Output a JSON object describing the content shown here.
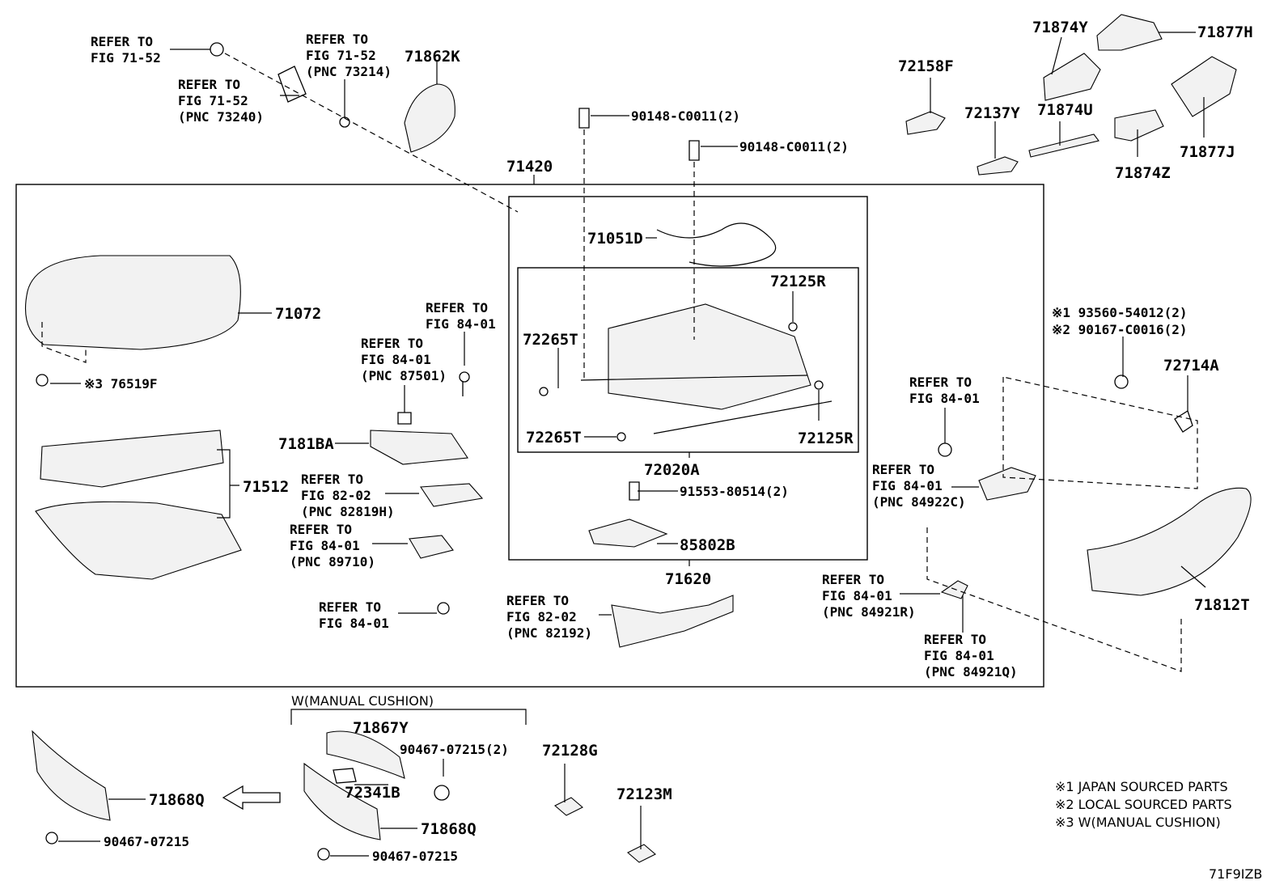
{
  "callouts": {
    "c_refer_71_52_a": [
      "REFER TO",
      "FIG 71-52"
    ],
    "c_refer_71_52_73214": [
      "REFER TO",
      "FIG 71-52",
      "(PNC 73214)"
    ],
    "c_refer_71_52_73240": [
      "REFER TO",
      "FIG 71-52",
      "(PNC 73240)"
    ],
    "c_71862k": "71862K",
    "c_90148_a": "90148-C0011(2)",
    "c_90148_b": "90148-C0011(2)",
    "c_71420": "71420",
    "c_72158f": "72158F",
    "c_72137y": "72137Y",
    "c_71874y": "71874Y",
    "c_71877h": "71877H",
    "c_71874u": "71874U",
    "c_71874z": "71874Z",
    "c_71877j": "71877J",
    "c_71072": "71072",
    "c_76519f": "※3 76519F",
    "c_71512": "71512",
    "c_refer_84_01_a": [
      "REFER TO",
      "FIG 84-01"
    ],
    "c_refer_84_01_87501": [
      "REFER TO",
      "FIG 84-01",
      "(PNC 87501)"
    ],
    "c_7181ba": "7181BA",
    "c_refer_82_02_82819h": [
      "REFER TO",
      "FIG 82-02",
      "(PNC 82819H)"
    ],
    "c_refer_84_01_89710": [
      "REFER TO",
      "FIG 84-01",
      "(PNC 89710)"
    ],
    "c_refer_84_01_b": [
      "REFER TO",
      "FIG 84-01"
    ],
    "c_71051d": "71051D",
    "c_72125r_a": "72125R",
    "c_72265t_a": "72265T",
    "c_72265t_b": "72265T",
    "c_72125r_b": "72125R",
    "c_72020a": "72020A",
    "c_91553": "91553-80514(2)",
    "c_85802b": "85802B",
    "c_71620": "71620",
    "c_refer_82_02_82192": [
      "REFER TO",
      "FIG 82-02",
      "(PNC 82192)"
    ],
    "c_fastener_notes": [
      "※1 93560-54012(2)",
      "※2 90167-C0016(2)"
    ],
    "c_72714a": "72714A",
    "c_refer_84_01_c": [
      "REFER TO",
      "FIG 84-01"
    ],
    "c_refer_84_01_84922c": [
      "REFER TO",
      "FIG 84-01",
      "(PNC 84922C)"
    ],
    "c_refer_84_01_84921r": [
      "REFER TO",
      "FIG 84-01",
      "(PNC 84921R)"
    ],
    "c_refer_84_01_84921q": [
      "REFER TO",
      "FIG 84-01",
      "(PNC 84921Q)"
    ],
    "c_71812t": "71812T",
    "c_manual_cushion": "W(MANUAL CUSHION)",
    "c_71867y": "71867Y",
    "c_90467_2": "90467-07215(2)",
    "c_72341b": "72341B",
    "c_71868q_a": "71868Q",
    "c_71868q_b": "71868Q",
    "c_90467_a": "90467-07215",
    "c_90467_b": "90467-07215",
    "c_72128g": "72128G",
    "c_72123m": "72123M"
  },
  "legend": [
    "※1 JAPAN SOURCED PARTS",
    "※2 LOCAL SOURCED PARTS",
    "※3 W(MANUAL CUSHION)"
  ],
  "figure_code": "71F9IZB"
}
